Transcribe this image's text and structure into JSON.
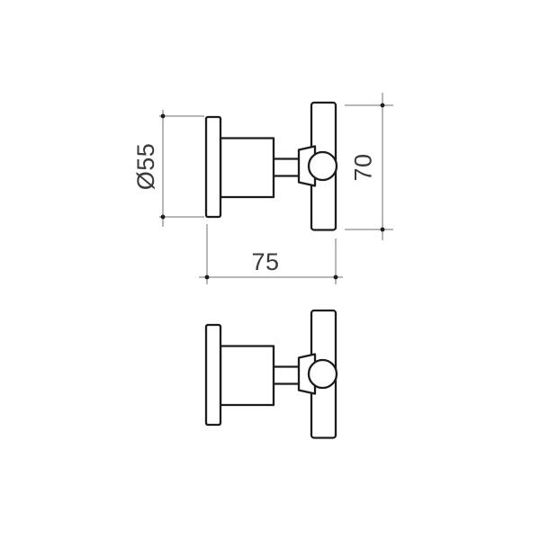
{
  "drawing": {
    "dimension_labels": {
      "diameter": "Ø55",
      "height": "70",
      "depth": "75"
    },
    "colors": {
      "object_line": "#1c1c1c",
      "dimension_line": "#8c8c8c",
      "dimension_text": "#3a3a3a",
      "fill": "#ffffff"
    }
  }
}
